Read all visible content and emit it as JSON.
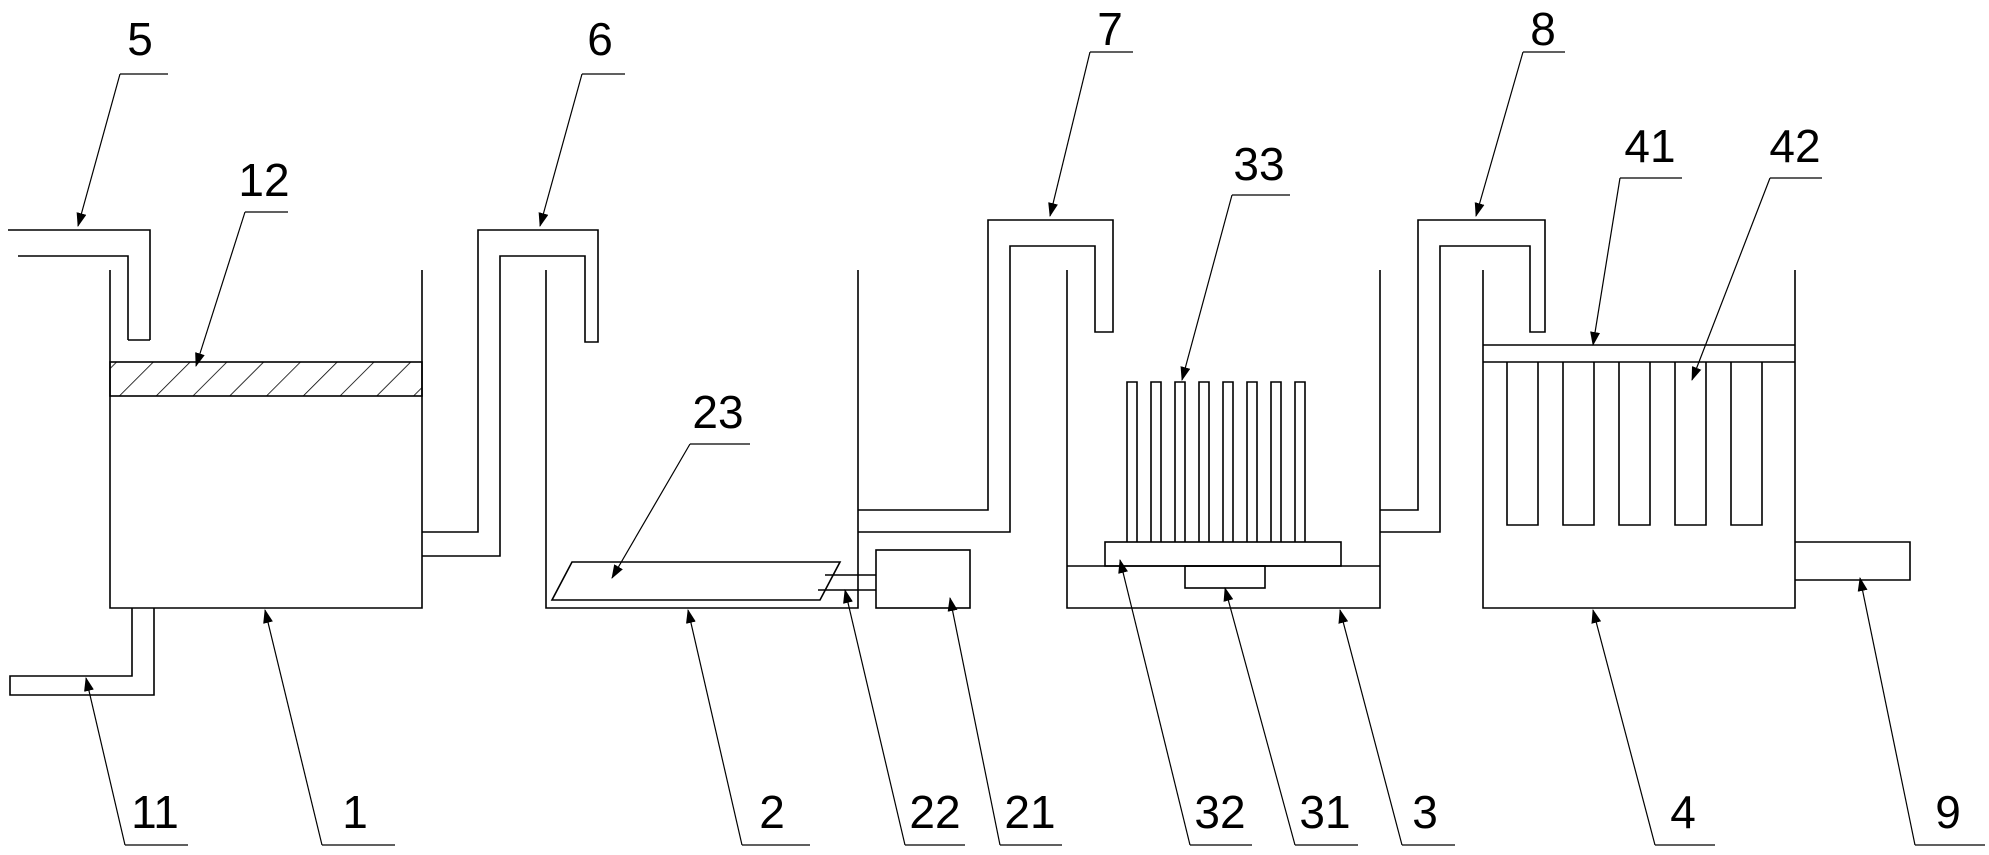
{
  "labels": {
    "l1": "1",
    "l2": "2",
    "l3": "3",
    "l4": "4",
    "l5": "5",
    "l6": "6",
    "l7": "7",
    "l8": "8",
    "l9": "9",
    "l11": "11",
    "l12": "12",
    "l21": "21",
    "l22": "22",
    "l23": "23",
    "l31": "31",
    "l32": "32",
    "l33": "33",
    "l41": "41",
    "l42": "42"
  }
}
